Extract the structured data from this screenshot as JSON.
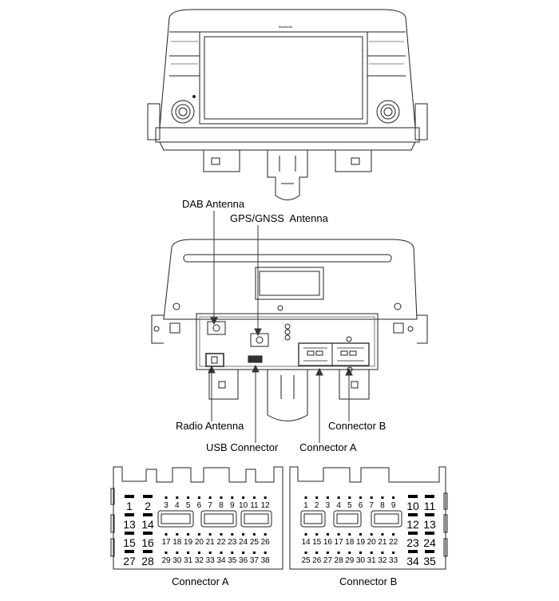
{
  "top_unit": {
    "brand_text": "Bluetooth"
  },
  "callouts": {
    "dab_antenna": "DAB Antenna",
    "gps_antenna": "GPS/GNSS  Antenna",
    "radio_antenna": "Radio Antenna",
    "usb_connector": "USB Connector",
    "connector_a": "Connector A",
    "connector_b": "Connector B"
  },
  "connector_a": {
    "title": "Connector A",
    "large_pins": [
      [
        "1",
        "2"
      ],
      [
        "13",
        "14"
      ],
      [
        "15",
        "16"
      ],
      [
        "27",
        "28"
      ]
    ],
    "small_rows": [
      [
        "3",
        "4",
        "5",
        "6",
        "7",
        "8",
        "9",
        "10",
        "11",
        "12"
      ],
      [
        "17",
        "18",
        "19",
        "20",
        "21",
        "22",
        "23",
        "24",
        "25",
        "26"
      ],
      [
        "29",
        "30",
        "31",
        "32",
        "33",
        "34",
        "35",
        "36",
        "37",
        "38"
      ]
    ]
  },
  "connector_b": {
    "title": "Connector B",
    "large_pins": [
      [
        "10",
        "11"
      ],
      [
        "12",
        "13"
      ],
      [
        "23",
        "24"
      ],
      [
        "34",
        "35"
      ]
    ],
    "small_rows": [
      [
        "1",
        "2",
        "3",
        "4",
        "5",
        "6",
        "7",
        "8",
        "9"
      ],
      [
        "14",
        "15",
        "16",
        "17",
        "18",
        "19",
        "20",
        "21",
        "22"
      ],
      [
        "25",
        "26",
        "27",
        "28",
        "29",
        "30",
        "31",
        "32",
        "33"
      ]
    ]
  }
}
